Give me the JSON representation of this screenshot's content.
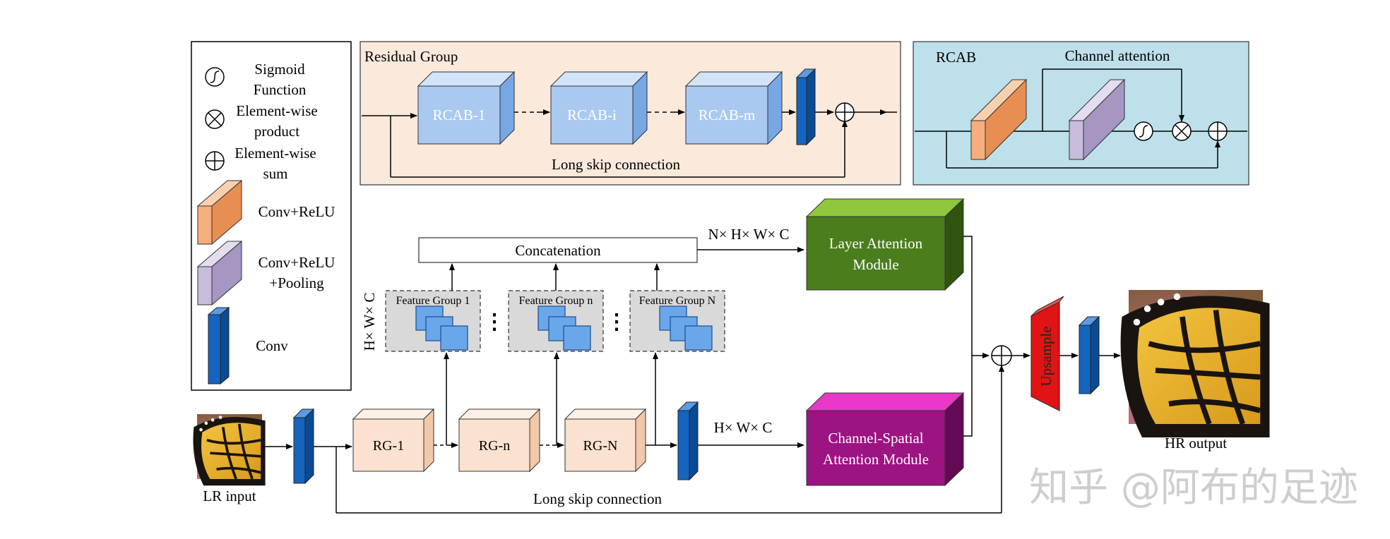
{
  "legend": {
    "sigmoid": [
      "Sigmoid",
      "Function"
    ],
    "product": [
      "Element-wise",
      "product"
    ],
    "sum": [
      "Element-wise",
      "sum"
    ],
    "conv_relu": "Conv+ReLU",
    "conv_relu_pool": [
      "Conv+ReLU",
      "+Pooling"
    ],
    "conv": "Conv"
  },
  "residual_group": {
    "title": "Residual Group",
    "blocks": [
      "RCAB-1",
      "RCAB-i",
      "RCAB-m"
    ],
    "skip_label": "Long skip connection"
  },
  "rcab": {
    "title": "RCAB",
    "channel_label": "Channel attention"
  },
  "main": {
    "concat_label": "Concatenation",
    "dim_top": "N× H× W× C",
    "dim_side": "H× W× C",
    "dim_mid": "H× W× C",
    "feature_groups": [
      "Feature Group 1",
      "Feature Group n",
      "Feature Group N"
    ],
    "dots": "⋮",
    "rg_blocks": [
      "RG-1",
      "RG-n",
      "RG-N"
    ],
    "lam": [
      "Layer Attention",
      "Module"
    ],
    "csam": [
      "Channel-Spatial",
      "Attention Module"
    ],
    "upsample": "Upsample",
    "lr_label": "LR input",
    "hr_label": "HR output",
    "skip_label": "Long skip connection",
    "watermark": "知乎 @阿布的足迹"
  },
  "colors": {
    "conv_relu": "#f6ae7c",
    "pooling": "#c8bcdc",
    "conv": "#1565c0",
    "rcab_block": "#a9c9f0",
    "rg_block": "#fbe1cf",
    "lam": "#4a7d1c",
    "csam": "#9c1382",
    "upsample": "#e01414",
    "rg_panel": "#fbe9dc",
    "rcab_panel": "#bde0ea"
  },
  "icons": [
    "sigmoid-icon",
    "product-icon",
    "sum-icon",
    "butterfly-image"
  ]
}
